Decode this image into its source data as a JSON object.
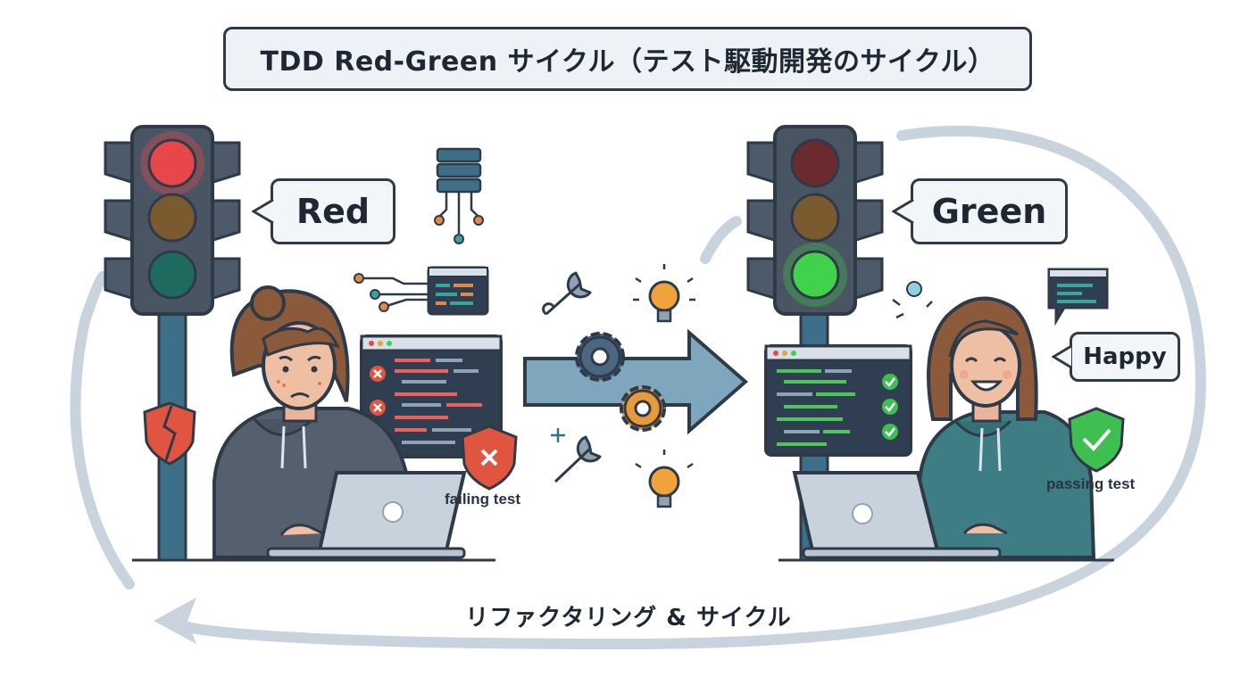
{
  "title": "TDD Red-Green サイクル（テスト駆動開発のサイクル）",
  "left": {
    "state_label": "Red",
    "caption": "failing test",
    "icons": [
      "traffic-light-red-icon",
      "broken-shield-icon",
      "server-icon",
      "code-window-icon",
      "fail-shield-icon"
    ]
  },
  "right": {
    "state_label": "Green",
    "mood_label": "Happy",
    "caption": "passing test",
    "icons": [
      "traffic-light-green-icon",
      "success-shield-icon",
      "chat-code-icon",
      "lightbulb-icon"
    ]
  },
  "middle": {
    "icons": [
      "wrench-icon",
      "gear-icon",
      "lightbulb-icon",
      "arrow-right-icon"
    ]
  },
  "cycle_label": "リファクタリング & サイクル",
  "colors": {
    "red_light": "#e8474a",
    "green_light": "#3fd24a",
    "outline": "#2f3a48",
    "cycle_arrow": "#c8d3dd",
    "hoodie_left": "#55606e",
    "hoodie_right": "#3d7d83"
  }
}
